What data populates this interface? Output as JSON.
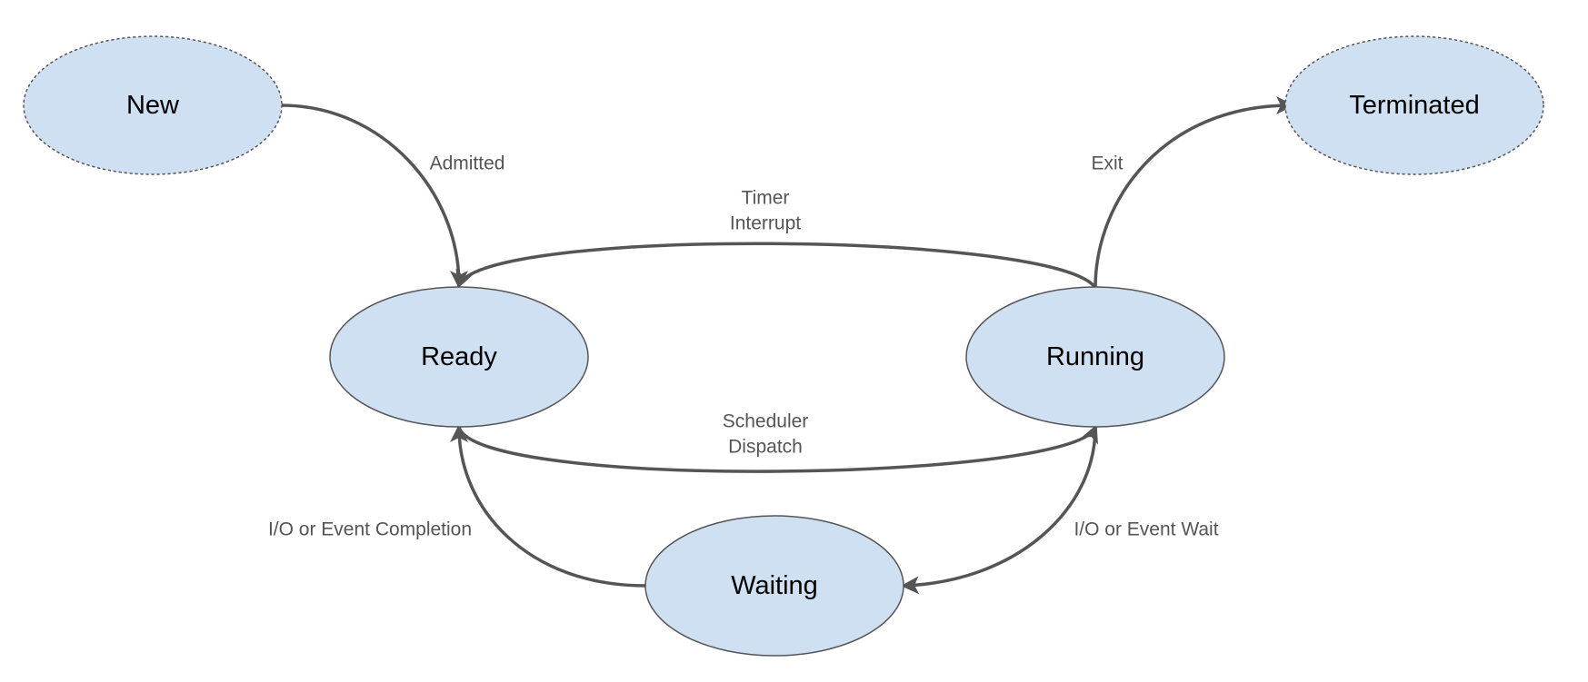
{
  "diagram": {
    "states": {
      "new": "New",
      "terminated": "Terminated",
      "ready": "Ready",
      "running": "Running",
      "waiting": "Waiting"
    },
    "transitions": {
      "admitted": "Admitted",
      "exit": "Exit",
      "timer_line1": "Timer",
      "timer_line2": "Interrupt",
      "dispatch_line1": "Scheduler",
      "dispatch_line2": "Dispatch",
      "io_completion": "I/O or Event Completion",
      "io_wait": "I/O or Event Wait"
    },
    "colors": {
      "state_fill": "#cfe0f2",
      "stroke": "#555555",
      "label_text": "#000000",
      "edge_text": "#555555"
    }
  }
}
